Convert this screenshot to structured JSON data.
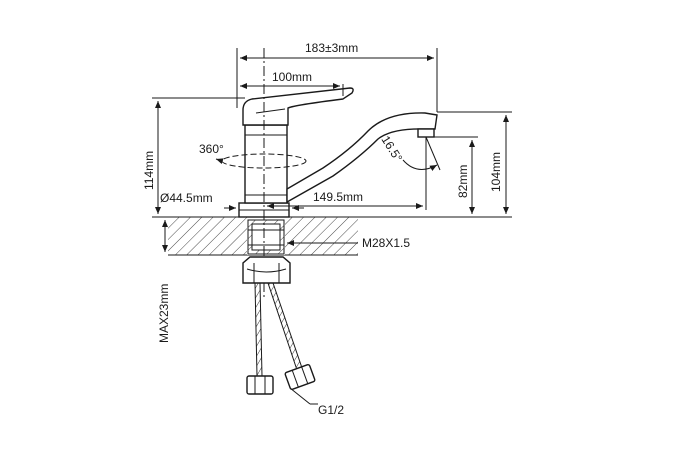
{
  "dimensions": {
    "overall_length": "183±3mm",
    "lever_length": "100mm",
    "rotation": "360°",
    "spout_angle": "16.5°",
    "body_height": "114mm",
    "total_height": "104mm",
    "spout_height": "82mm",
    "base_diameter": "Ø44.5mm",
    "spout_reach": "149.5mm",
    "thread": "M28X1.5",
    "max_thickness": "MAX23mm",
    "hose_connection": "G1/2"
  }
}
